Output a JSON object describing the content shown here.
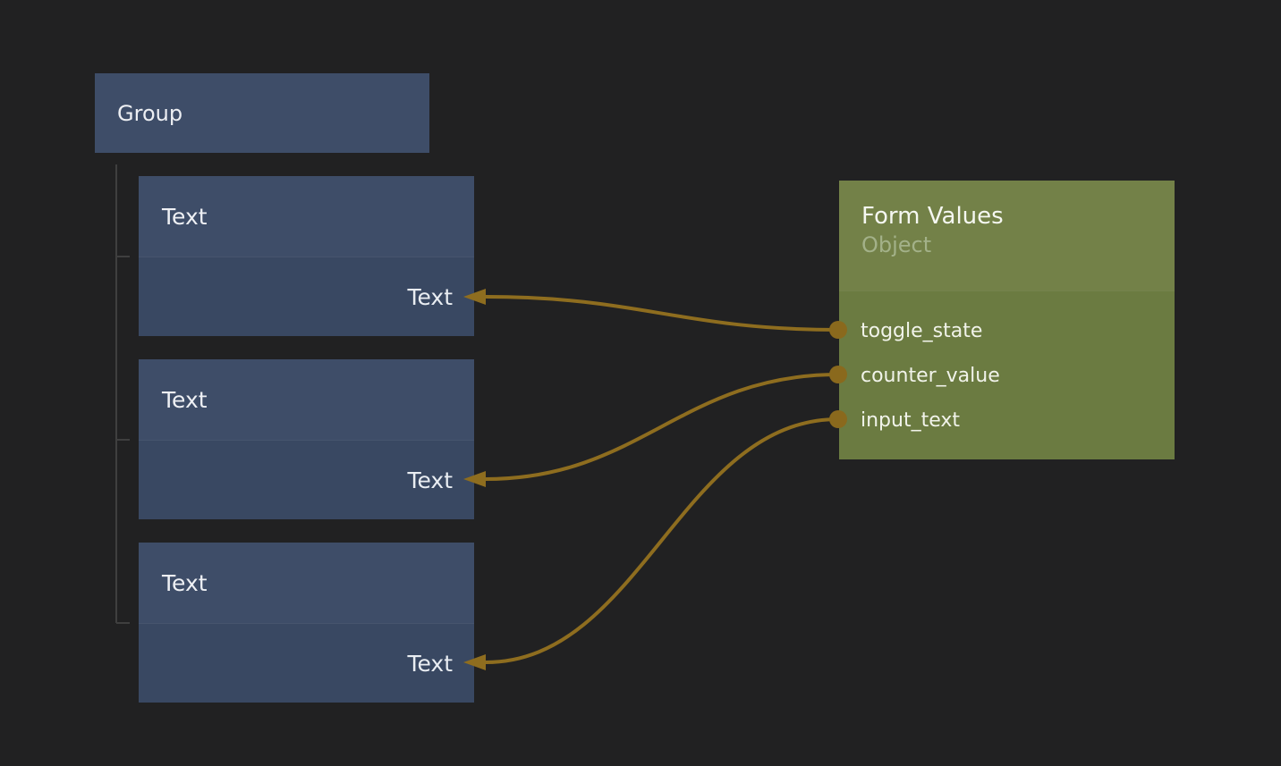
{
  "canvas": {
    "background_color": "#212122",
    "group_node": {
      "label": "Group"
    },
    "text_nodes": [
      {
        "header_label": "Text",
        "input_label": "Text"
      },
      {
        "header_label": "Text",
        "input_label": "Text"
      },
      {
        "header_label": "Text",
        "input_label": "Text"
      }
    ],
    "form_values_node": {
      "title": "Form Values",
      "subtitle": "Object",
      "outputs": [
        "toggle_state",
        "counter_value",
        "input_text"
      ]
    },
    "connections": [
      {
        "from": "toggle_state",
        "to": "text-node-1-input"
      },
      {
        "from": "counter_value",
        "to": "text-node-2-input"
      },
      {
        "from": "input_text",
        "to": "text-node-3-input"
      }
    ],
    "colors": {
      "node_blue_header": "#3e4d68",
      "node_blue_body": "#394862",
      "node_olive_header": "#738148",
      "node_olive_body": "#6b7b41",
      "wire": "#8e6d1f",
      "port": "#8a691d",
      "tree_line": "#3f3f3f",
      "title_text": "#f5f7f1",
      "subtitle_text": "#a3b189"
    }
  }
}
